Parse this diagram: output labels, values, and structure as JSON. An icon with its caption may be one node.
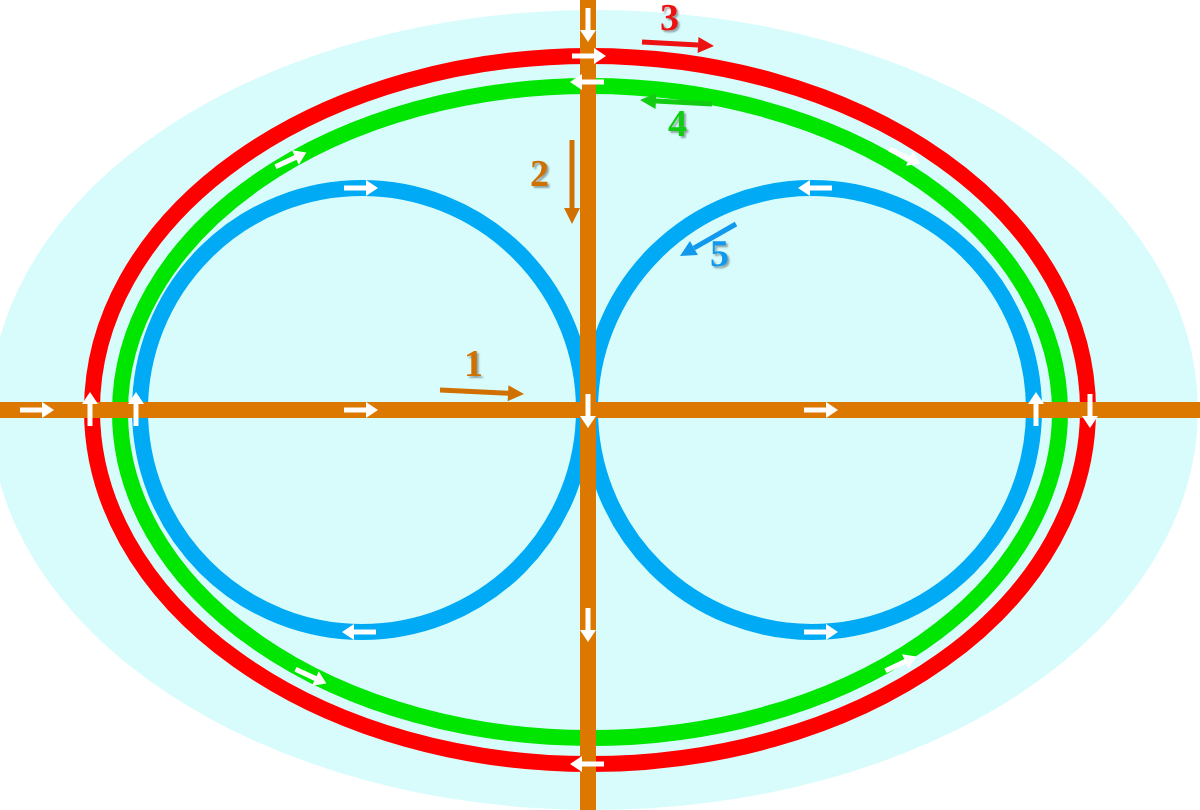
{
  "diagram": {
    "labels": [
      "3",
      "4",
      "2",
      "5",
      "1"
    ]
  }
}
